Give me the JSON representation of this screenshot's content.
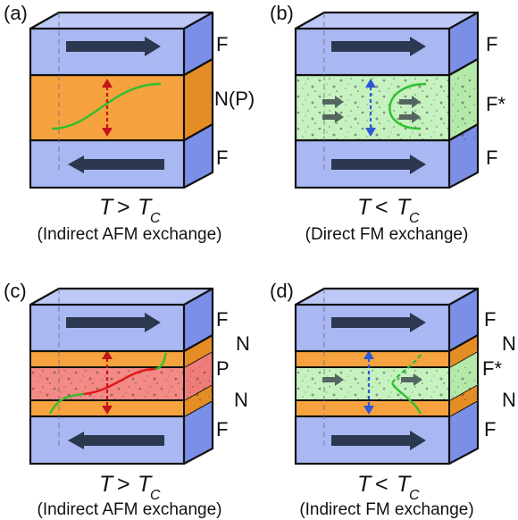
{
  "colors": {
    "ferromagnet": "#a9b8f2",
    "ferromagnet_side": "#7c8fe6",
    "normal_metal": "#f6a23f",
    "normal_metal_side": "#e58d25",
    "induced_ferromagnet": "#c6f2bf",
    "paramagnet": "#f48a86",
    "arrow_dark": "#2c3750",
    "green_curve": "#2fbf2f",
    "red_curve": "#e01818",
    "red_arrow": "#c3161b",
    "blue_arrow": "#2b59d9"
  },
  "icons": [
    "magnetization-arrow-icon",
    "double-headed-arrow-icon"
  ],
  "panels": [
    {
      "id": "a",
      "label": "(a)",
      "layers": [
        "F",
        "N(P)",
        "F"
      ],
      "caption": {
        "T": "T",
        "relation": ">",
        "Tc": "T",
        "sub": "C",
        "exchange": "(Indirect AFM exchange)"
      }
    },
    {
      "id": "b",
      "label": "(b)",
      "layers": [
        "F",
        "F*",
        "F"
      ],
      "caption": {
        "T": "T",
        "relation": "<",
        "Tc": "T",
        "sub": "C",
        "exchange": "(Direct FM exchange)"
      }
    },
    {
      "id": "c",
      "label": "(c)",
      "layers": [
        "F",
        "N",
        "P",
        "N",
        "F"
      ],
      "caption": {
        "T": "T",
        "relation": ">",
        "Tc": "T",
        "sub": "C",
        "exchange": "(Indirect AFM exchange)"
      }
    },
    {
      "id": "d",
      "label": "(d)",
      "layers": [
        "F",
        "N",
        "F*",
        "N",
        "F"
      ],
      "caption": {
        "T": "T",
        "relation": "<",
        "Tc": "T",
        "sub": "C",
        "exchange": "(Indirect FM exchange)"
      }
    }
  ]
}
